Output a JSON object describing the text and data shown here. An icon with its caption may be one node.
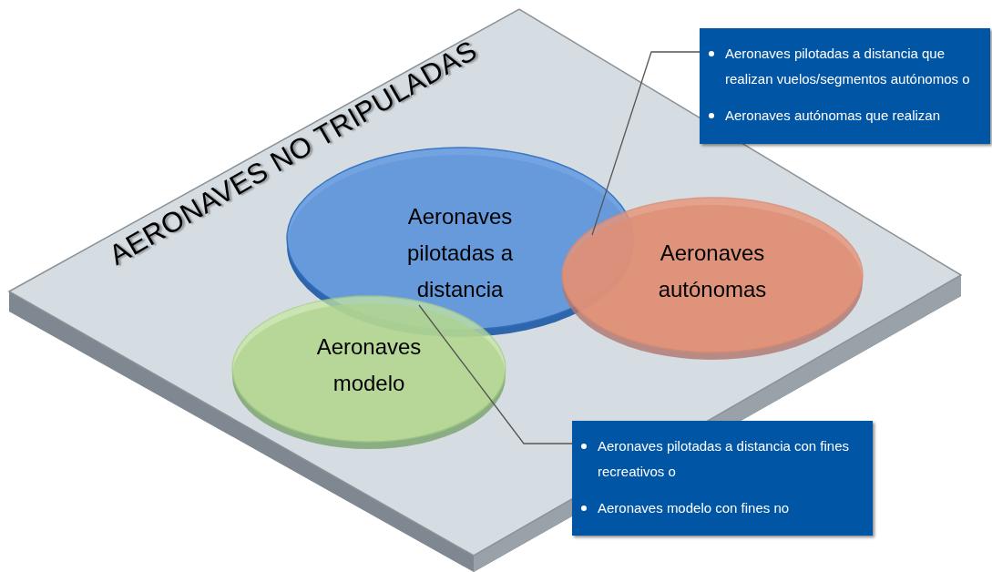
{
  "diagram": {
    "nodes": [
      {
        "text": [
          "AERONAVES NO TRIPULADAS"
        ]
      },
      {
        "text": [
          "Aeronaves pilotadas a distancia"
        ],
        "in": 0
      },
      {
        "text": [
          "Aeronaves autónomas"
        ],
        "in": 0
      },
      {
        "text": [
          "Aeronaves modelo"
        ],
        "in": 0
      },
      {
        "text": [
          "Aeronaves pilotadas a distancia que realizan vuelos/segmentos autónomos o",
          "Aeronaves autónomas que realizan"
        ]
      },
      {
        "text": [
          "Aeronaves pilotadas a distancia con fines recreativos o",
          "Aeronaves modelo con fines no"
        ]
      }
    ],
    "edges": [
      {
        "from": 4,
        "to": 2,
        "arrow": "none"
      },
      {
        "from": 5,
        "to": 1,
        "arrow": "none"
      }
    ]
  }
}
